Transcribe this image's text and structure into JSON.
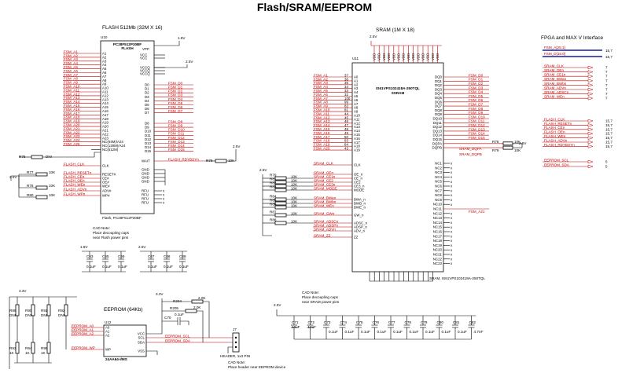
{
  "title": "Flash/SRAM/EEPROM",
  "flash": {
    "header": "FLASH 512Mb (32M X 16)",
    "refdes": "U10",
    "part": "PC28F512P30BF",
    "type": "FLASH",
    "caption": "Flash, PC28F512P30BF",
    "vcc": "1.8V",
    "vccq": "2.5V",
    "vpp_label": "VPP",
    "addr_nets": [
      "FSM_A1",
      "FSM_A2",
      "FSM_A3",
      "FSM_A4",
      "FSM_A5",
      "FSM_A6",
      "FSM_A7",
      "FSM_A8",
      "FSM_A9",
      "FSM_A10",
      "FSM_A11",
      "FSM_A12",
      "FSM_A13",
      "FSM_A14",
      "FSM_A15",
      "FSM_A16",
      "FSM_A17",
      "FSM_A18",
      "FSM_A19",
      "FSM_A20",
      "FSM_A21",
      "FSM_A22",
      "FSM_A23",
      "FSM_A24",
      "FSM_A25"
    ],
    "addr_pins": [
      "A1",
      "A2",
      "A3",
      "A4",
      "A5",
      "A6",
      "A7",
      "A8",
      "A9",
      "A10",
      "A11",
      "A12",
      "A13",
      "A14",
      "A15",
      "A16",
      "A17",
      "A18",
      "A19",
      "A20",
      "A21",
      "A22",
      "A23",
      "NC(64M)/A24",
      "NC(128M)/A24",
      "NC(512M)"
    ],
    "data_nets": [
      "FSM_D0",
      "FSM_D1",
      "FSM_D2",
      "FSM_D3",
      "FSM_D4",
      "FSM_D5",
      "FSM_D6",
      "FSM_D7",
      "FSM_D8",
      "FSM_D9",
      "FSM_D10",
      "FSM_D11",
      "FSM_D12",
      "FSM_D13",
      "FSM_D14",
      "FSM_D15"
    ],
    "data_pins": [
      "D0",
      "D1",
      "D2",
      "D3",
      "D4",
      "D5",
      "D6",
      "D7",
      "D8",
      "D9",
      "D10",
      "D11",
      "D12",
      "D13",
      "D14",
      "D15"
    ],
    "ctrl_nets": [
      "FLASH_CLK",
      "FLASH_RESETn",
      "FLASH_CEn",
      "FLASH_OEn",
      "FLASH_WEn",
      "FLASH_ADVn",
      "FLASH_WPn"
    ],
    "ctrl_pins": [
      "CLK",
      "RESET#",
      "CE#",
      "OE#",
      "WE#",
      "ADV#",
      "WP#"
    ],
    "wait_pin": "WAIT",
    "wait_net": "FLASH_RDYBSYn",
    "gnd_pins": [
      "GND",
      "GND",
      "GND",
      "GND"
    ],
    "rfu_pins": [
      "RFU",
      "RFU",
      "RFU",
      "RFU"
    ],
    "resistors": [
      {
        "ref": "R75",
        "val": "DNI"
      },
      {
        "ref": "R76",
        "val": "10K"
      },
      {
        "ref": "R77",
        "val": "10K"
      },
      {
        "ref": "R78",
        "val": "10K"
      },
      {
        "ref": "R80",
        "val": "10K"
      }
    ],
    "cad_note": [
      "CAD Note:",
      "Place decoupling caps",
      "near Flash power pins"
    ],
    "caps": [
      {
        "ref": "C63",
        "val": "0.1uF"
      },
      {
        "ref": "C65",
        "val": "0.1uF"
      },
      {
        "ref": "C66",
        "val": "0.1uF"
      },
      {
        "ref": "C67",
        "val": "0.1uF"
      },
      {
        "ref": "C68",
        "val": "0.1uF"
      },
      {
        "ref": "C69",
        "val": "0.1uF"
      }
    ],
    "cap_rails": [
      "1.8V",
      "2.5V"
    ]
  },
  "sram": {
    "header": "SRAM (1M X 18)",
    "refdes": "U11",
    "part": "IS61VPS102418A-250TQL",
    "type": "SSRAM",
    "caption": "SRAM, IS61VPS102418A-250TQL",
    "vdd": "2.5V",
    "addr_nets": [
      "FSM_A1",
      "FSM_A2",
      "FSM_A3",
      "FSM_A4",
      "FSM_A5",
      "FSM_A6",
      "FSM_A7",
      "FSM_A8",
      "FSM_A9",
      "FSM_A10",
      "FSM_A11",
      "FSM_A12",
      "FSM_A13",
      "FSM_A14",
      "FSM_A15",
      "FSM_A16",
      "FSM_A17",
      "FSM_A18",
      "FSM_A19",
      "FSM_A20"
    ],
    "addr_pins": [
      "A0",
      "A1",
      "A2",
      "A3",
      "A4",
      "A5",
      "A6",
      "A7",
      "A8",
      "A9",
      "A10",
      "A11",
      "A12",
      "A13",
      "A14",
      "A15",
      "A16",
      "A17",
      "A18",
      "A19"
    ],
    "addr_pinnums": [
      "37",
      "36",
      "35",
      "34",
      "33",
      "32",
      "100",
      "99",
      "82",
      "81",
      "44",
      "45",
      "46",
      "47",
      "48",
      "49",
      "50",
      "83",
      "84",
      "43"
    ],
    "dq_nets": [
      "FSM_D0",
      "FSM_D1",
      "FSM_D2",
      "FSM_D3",
      "FSM_D4",
      "FSM_D5",
      "FSM_D6",
      "FSM_D7",
      "FSM_D8",
      "FSM_D9",
      "FSM_D10",
      "FSM_D11",
      "FSM_D12",
      "FSM_D13",
      "FSM_D14",
      "FSM_D15"
    ],
    "dq_pins": [
      "DQ0",
      "DQ1",
      "DQ2",
      "DQ3",
      "DQ4",
      "DQ5",
      "DQ6",
      "DQ7",
      "DQ8",
      "DQ9",
      "DQ10",
      "DQ11",
      "DQ12",
      "DQ13",
      "DQ14",
      "DQ15",
      "DQPA",
      "DQPB"
    ],
    "dqpa_net": "SRAM_DQPA",
    "dqpb_net": "SRAM_DQPB",
    "ctrl": [
      {
        "net": "SRAM_CLK",
        "pin": "CLK"
      },
      {
        "net": "SRAM_OEn",
        "pin": "OE_n"
      },
      {
        "net": "SRAM_CE1n",
        "pin": "CE_n"
      },
      {
        "net": "SRAM_CE2",
        "pin": "CE2"
      },
      {
        "net": "SRAM_CE3n",
        "pin": "CE3_n"
      },
      {
        "net": "SRAM_MODE",
        "pin": "MODE"
      },
      {
        "net": "SRAM_BWan",
        "pin": "BWA_n"
      },
      {
        "net": "SRAM_BWbn",
        "pin": "BWB_n"
      },
      {
        "net": "SRAM_WEn",
        "pin": "BWE_n"
      },
      {
        "net": "SRAM_GWn",
        "pin": "GW_n"
      },
      {
        "net": "SRAM_ADSCn",
        "pin": "ADSC_n"
      },
      {
        "net": "SRAM_ADSPn",
        "pin": "ADSP_n"
      },
      {
        "net": "SRAM_ADVn",
        "pin": "ADV_n"
      },
      {
        "net": "SRAM_ZZ",
        "pin": "ZZ"
      }
    ],
    "nc_pins": [
      "NC1",
      "NC2",
      "NC3",
      "NC4",
      "NC5",
      "NC6",
      "NC7",
      "NC8",
      "NC9",
      "NC10",
      "NC11",
      "NC12",
      "NC13",
      "NC14",
      "NC15",
      "NC16",
      "NC17",
      "NC18",
      "NC19",
      "NC20",
      "NC21",
      "NC22",
      "NC23"
    ],
    "a21_net": "FSM_A21",
    "resistors": [
      {
        "ref": "R79",
        "val": "10K"
      },
      {
        "ref": "R81",
        "val": "10K"
      },
      {
        "ref": "R82",
        "val": "10K"
      },
      {
        "ref": "R83",
        "val": "10K"
      },
      {
        "ref": "R84",
        "val": "10K"
      },
      {
        "ref": "R85",
        "val": "10K"
      },
      {
        "ref": "R86",
        "val": "10K"
      },
      {
        "ref": "R87",
        "val": "10K"
      },
      {
        "ref": "R88",
        "val": "10K"
      }
    ],
    "cad_note": [
      "CAD Note:",
      "Place decoupling caps",
      "near SRAM power pins"
    ],
    "cap_rail": "2.5V",
    "caps": [
      {
        "ref": "C71",
        "val": "10uF"
      },
      {
        "ref": "C72",
        "val": "10uF"
      },
      {
        "ref": "C73",
        "val": "0.1uF"
      },
      {
        "ref": "C74",
        "val": "0.1uF"
      },
      {
        "ref": "C75",
        "val": "0.1uF"
      },
      {
        "ref": "C76",
        "val": "0.1uF"
      },
      {
        "ref": "C77",
        "val": "0.1uF"
      },
      {
        "ref": "C78",
        "val": "0.1uF"
      },
      {
        "ref": "C79",
        "val": "0.1uF"
      },
      {
        "ref": "C80",
        "val": "0.1uF"
      },
      {
        "ref": "C81",
        "val": "0.1uF"
      },
      {
        "ref": "C82",
        "val": "4.7nF"
      }
    ]
  },
  "fpga": {
    "header": "FPGA and MAX V Interface",
    "bus_a": "FSM_A[25:1]",
    "bus_d": "FSM_D[15:0]",
    "bus_a_ref": "15,7",
    "bus_d_ref": "15,7",
    "sram_nets": [
      "SRAM_CLK",
      "SRAM_OEn",
      "SRAM_CE1n",
      "SRAM_BWan",
      "SRAM_BWbn",
      "SRAM_ADVn",
      "SRAM_ADSCn",
      "SRAM_WEn"
    ],
    "sram_refs": [
      "7",
      "7",
      "7",
      "7",
      "7",
      "7",
      "7",
      "7"
    ],
    "flash_nets": [
      "FLASH_CLK",
      "FLASH_RESETn",
      "FLASH_CEn",
      "FLASH_OEn",
      "FLASH_WEn",
      "FLASH_ADVn",
      "FLASH_RDYBSYn"
    ],
    "flash_refs": [
      "15,7",
      "15,7",
      "15,7",
      "15,7",
      "15,7",
      "15,7",
      "15,7"
    ],
    "eeprom_nets": [
      "EEPROM_SCL",
      "EEPROM_SDA"
    ],
    "eeprom_refs": [
      "5",
      "5"
    ]
  },
  "eeprom": {
    "header": "EEPROM (64Kb)",
    "refdes": "U12",
    "part": "24AA64-I/MS",
    "vcc": "3.3V",
    "nets_left": [
      "EEPROM_A0",
      "EEPROM_A1",
      "EEPROM_A2",
      "EEPROM_WP"
    ],
    "pins_left": [
      "A0",
      "A1",
      "A2",
      "WP"
    ],
    "pins_right": [
      "VCC",
      "SCL",
      "SDA",
      "VSS"
    ],
    "nets_right": [
      "EEPROM_SCL",
      "EEPROM_SDA"
    ],
    "pullup_top": [
      {
        "ref": "R89",
        "val": "DNI"
      },
      {
        "ref": "R90",
        "val": "DNI"
      },
      {
        "ref": "R91",
        "val": "DNI"
      },
      {
        "ref": "R92",
        "val": "DNI"
      }
    ],
    "pulldown": [
      {
        "ref": "R93",
        "val": "1K"
      },
      {
        "ref": "R94",
        "val": "1K"
      },
      {
        "ref": "R95",
        "val": "1K"
      }
    ],
    "r_scl": {
      "ref": "R204",
      "val": "2.0K"
    },
    "r_sda": {
      "ref": "R205",
      "val": "2.0K"
    },
    "cap": {
      "ref": "C70",
      "val": "0.1uF"
    },
    "header_ref": "J7",
    "header_label": "HEADER, 1x3 PIN",
    "cad_note": [
      "CAD Note:",
      "Place header near EEPROM device"
    ]
  }
}
